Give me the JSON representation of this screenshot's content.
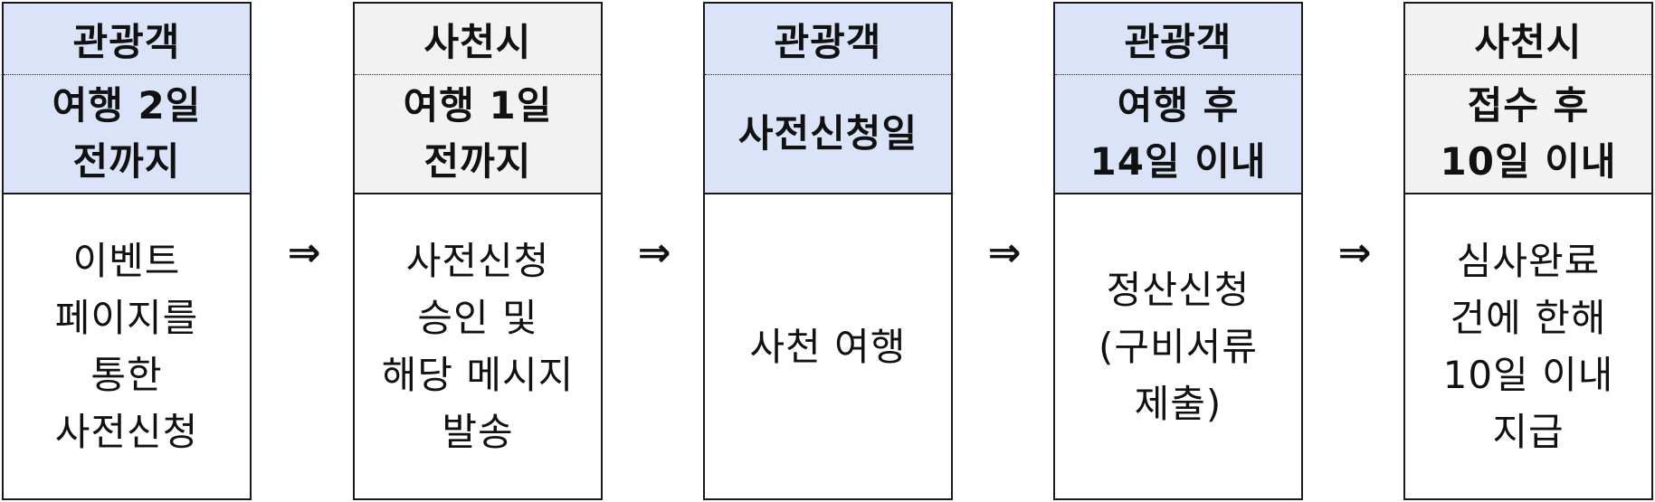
{
  "steps": [
    {
      "actor": "관광객",
      "header_color": "#dae3f7",
      "deadline": [
        "여행 2일",
        "전까지"
      ],
      "description": [
        "이벤트",
        "페이지를",
        "통한",
        "사전신청"
      ]
    },
    {
      "actor": "사천시",
      "header_color": "#f2f2f2",
      "deadline": [
        "여행 1일",
        "전까지"
      ],
      "description": [
        "사전신청",
        "승인 및",
        "해당 메시지",
        "발송"
      ]
    },
    {
      "actor": "관광객",
      "header_color": "#dae3f7",
      "deadline": [
        "사전신청일"
      ],
      "description": [
        "사천 여행"
      ]
    },
    {
      "actor": "관광객",
      "header_color": "#dae3f7",
      "deadline": [
        "여행 후",
        "14일 이내"
      ],
      "description": [
        "정산신청",
        "(구비서류",
        "제출)"
      ]
    },
    {
      "actor": "사천시",
      "header_color": "#f2f2f2",
      "deadline": [
        "접수 후",
        "10일 이내"
      ],
      "description": [
        "심사완료",
        "건에 한해",
        "10일 이내",
        "지급"
      ]
    }
  ],
  "arrow_glyph": "⇒"
}
